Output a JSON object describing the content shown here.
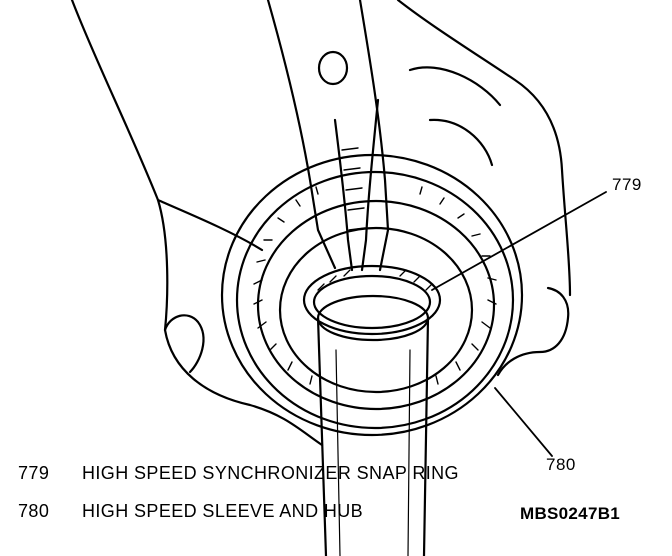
{
  "callouts": {
    "c779": "779",
    "c780": "780"
  },
  "legend": [
    {
      "number": "779",
      "description": "HIGH SPEED SYNCHRONIZER SNAP RING"
    },
    {
      "number": "780",
      "description": "HIGH SPEED SLEEVE AND HUB"
    }
  ],
  "figure_code": "MBS0247B1",
  "colors": {
    "ink": "#000000",
    "paper": "#ffffff"
  }
}
